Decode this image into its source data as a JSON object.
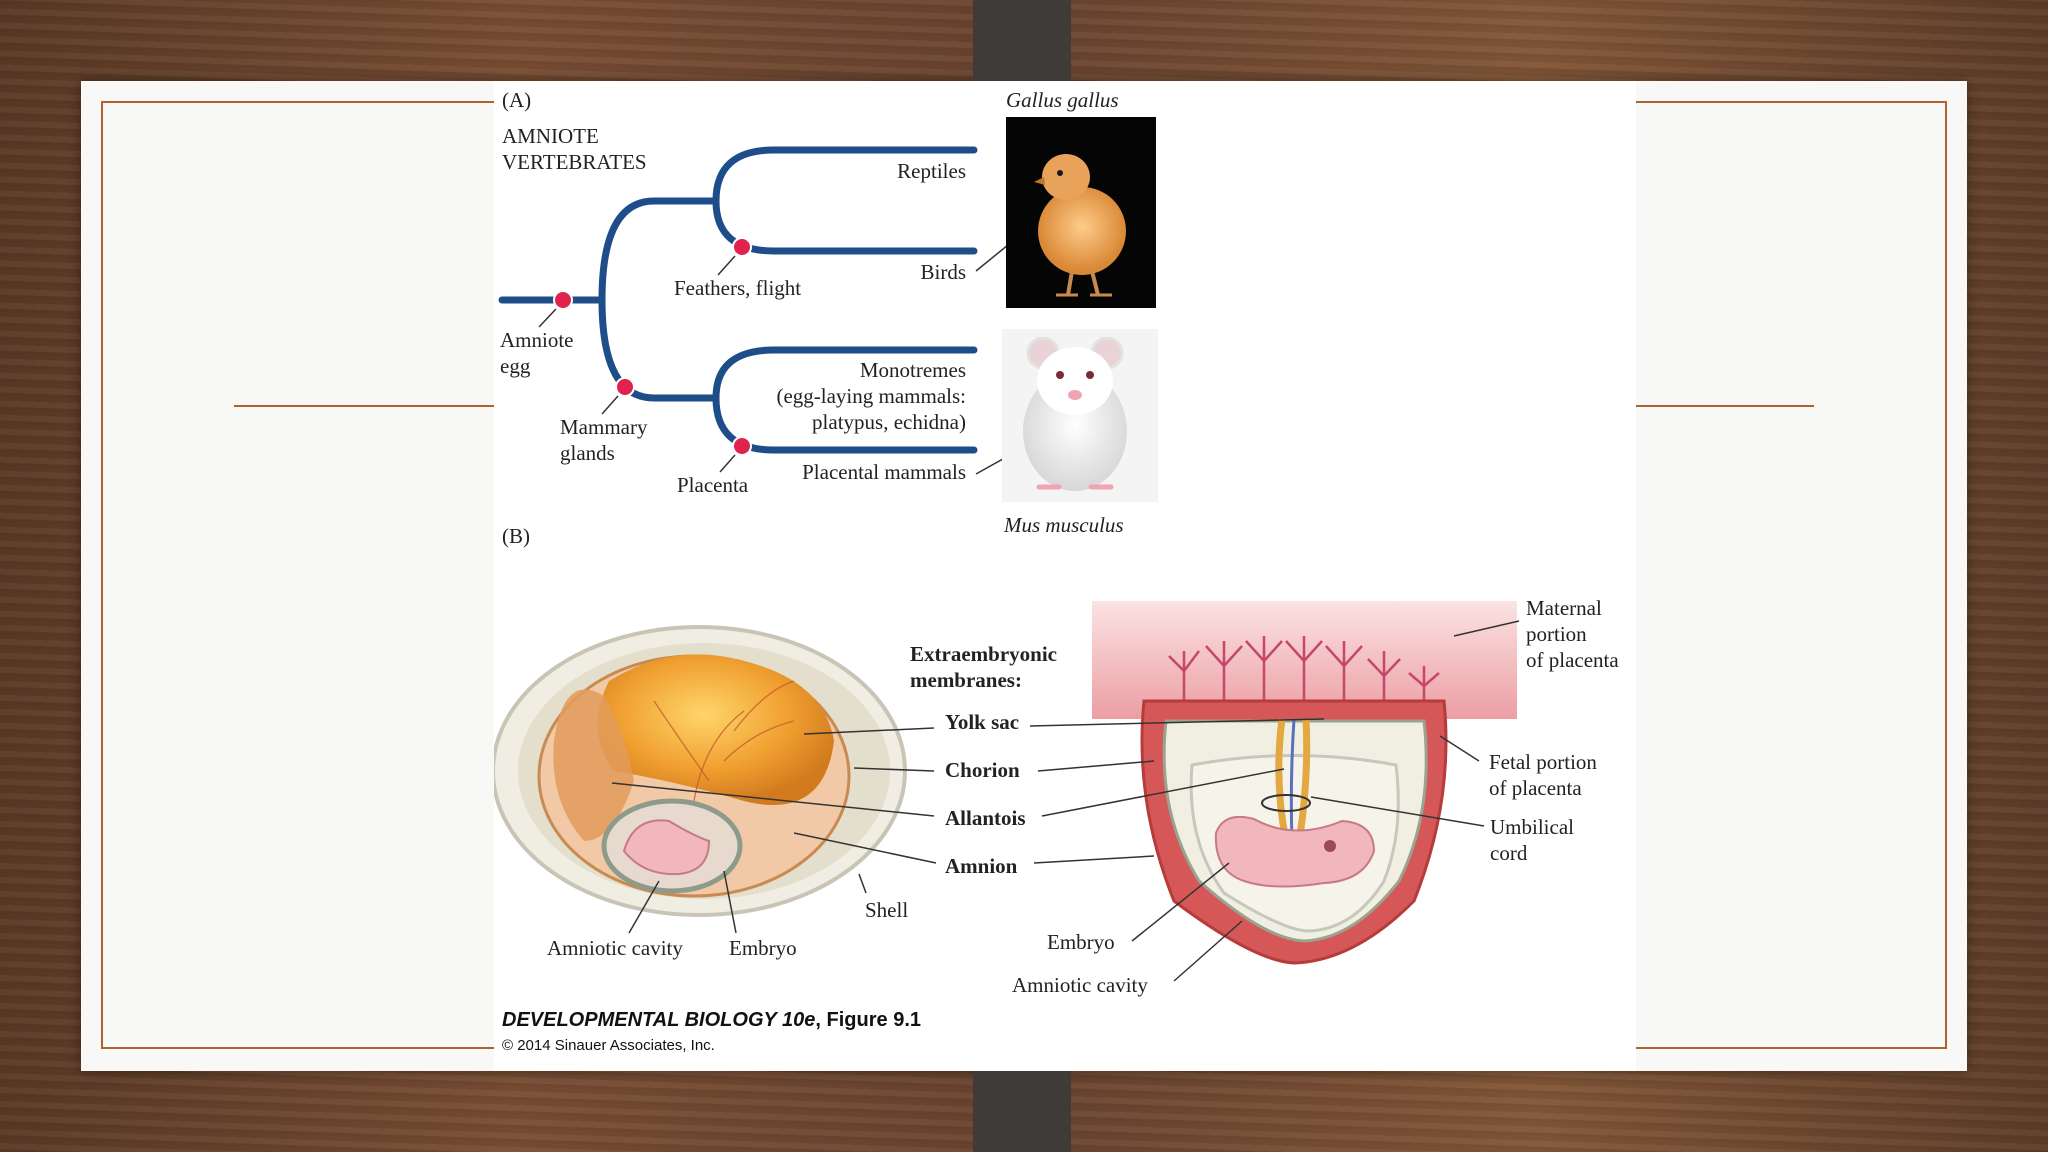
{
  "panel_a": {
    "label": "(A)",
    "title_line1": "AMNIOTE",
    "title_line2": "VERTEBRATES",
    "taxa": {
      "reptiles": "Reptiles",
      "birds": "Birds",
      "monotremes_1": "Monotremes",
      "monotremes_2": "(egg-laying mammals:",
      "monotremes_3": "platypus, echidna)",
      "placental": "Placental mammals"
    },
    "traits": {
      "amniote_egg_1": "Amniote",
      "amniote_egg_2": "egg",
      "feathers": "Feathers, flight",
      "mammary_1": "Mammary",
      "mammary_2": "glands",
      "placenta": "Placenta"
    },
    "species_top": "Gallus gallus",
    "species_bottom": "Mus musculus"
  },
  "panel_b": {
    "label": "(B)",
    "membranes_1": "Extraembryonic",
    "membranes_2": "membranes:",
    "yolk_sac": "Yolk sac",
    "chorion": "Chorion",
    "allantois": "Allantois",
    "amnion": "Amnion",
    "shell": "Shell",
    "amniotic_cavity_left": "Amniotic cavity",
    "embryo_left": "Embryo",
    "maternal_1": "Maternal",
    "maternal_2": "portion",
    "maternal_3": "of placenta",
    "fetal_1": "Fetal portion",
    "fetal_2": "of placenta",
    "umbilical_1": "Umbilical",
    "umbilical_2": "cord",
    "embryo_right": "Embryo",
    "amniotic_cavity_right": "Amniotic cavity"
  },
  "credit": {
    "title_italic": "DEVELOPMENTAL BIOLOGY 10e",
    "title_rest": ", Figure 9.1",
    "copyright": "© 2014 Sinauer Associates, Inc."
  },
  "colors": {
    "tree": "#1d4e89",
    "node": "#e0234e",
    "accent": "#b0622e"
  }
}
